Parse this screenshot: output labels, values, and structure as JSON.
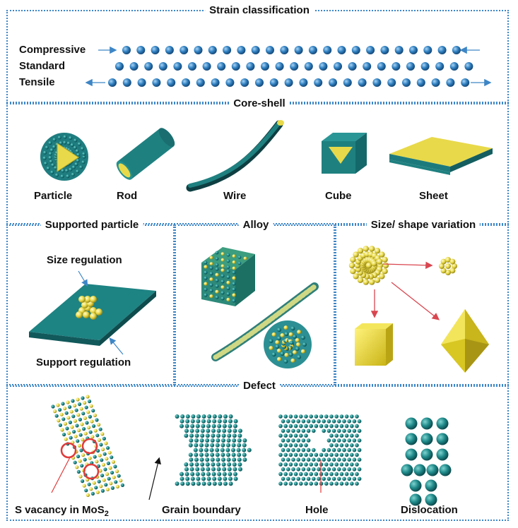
{
  "strain": {
    "title": "Strain classification",
    "rows": [
      "Compressive",
      "Standard",
      "Tensile"
    ]
  },
  "core_shell": {
    "title": "Core-shell",
    "items": [
      "Particle",
      "Rod",
      "Wire",
      "Cube",
      "Sheet"
    ]
  },
  "supported": {
    "title": "Supported particle",
    "size_label": "Size regulation",
    "support_label": "Support regulation"
  },
  "alloy": {
    "title": "Alloy"
  },
  "size_shape": {
    "title": "Size/ shape variation"
  },
  "defect": {
    "title": "Defect",
    "s_vacancy": "S vacancy in MoS",
    "s_vacancy_sub": "2",
    "grain": "Grain boundary",
    "hole": "Hole",
    "dislocation": "Dislocation"
  },
  "colors": {
    "panel_border": "#3d86c6",
    "atom_blue": "#2f7fc0",
    "atom_teal": "#1f8a8a",
    "atom_yellow": "#e8d94a",
    "arrow_red": "#d9464f",
    "vacancy_red": "#e03a3a"
  }
}
